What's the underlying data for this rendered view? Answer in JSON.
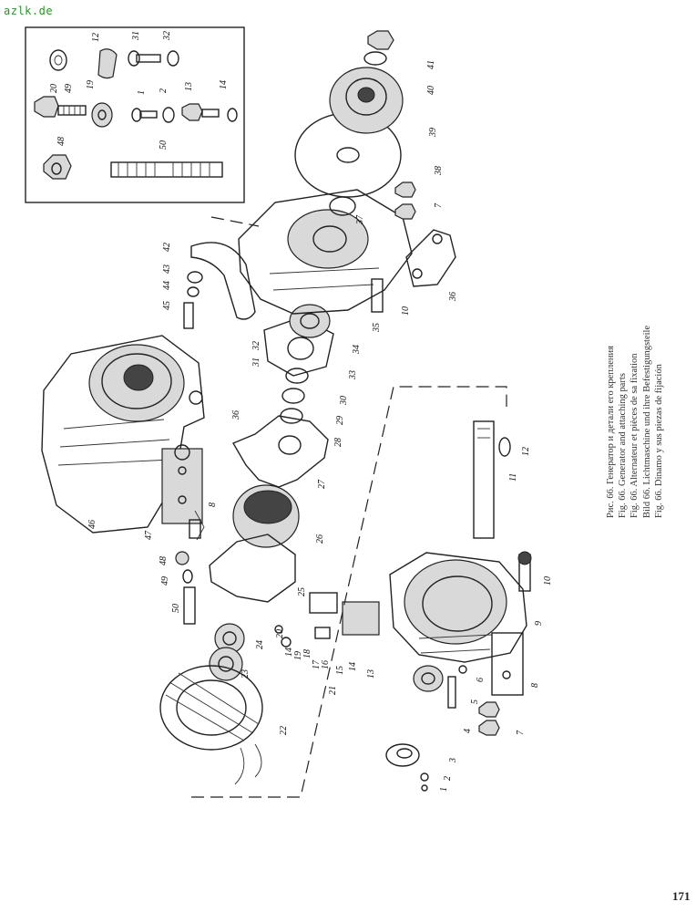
{
  "site_label": "azlk.de",
  "page_number": "171",
  "caption": [
    "Рис. 66. Генератор и детали его крепления",
    "Fig. 66. Generator and attaching parts",
    "Fig. 66. Alternateur et pièces de sa fixation",
    "Bild 66. Lichtmaschine und ihre Befestigungsteile",
    "Fig. 66. Dinamo y sus piezas de fijación"
  ],
  "callouts": {
    "n1": "1",
    "n2": "2",
    "n3": "3",
    "n4": "4",
    "n5": "5",
    "n6": "6",
    "n7": "7",
    "n8": "8",
    "n9": "9",
    "n10": "10",
    "n11": "11",
    "n12": "12",
    "n13": "13",
    "n14": "14",
    "n15": "15",
    "n16": "16",
    "n17": "17",
    "n18": "18",
    "n19": "19",
    "n20": "20",
    "n21": "21",
    "n22": "22",
    "n23": "23",
    "n24": "24",
    "n25": "25",
    "n26": "26",
    "n27": "27",
    "n28": "28",
    "n29": "29",
    "n30": "30",
    "n31": "31",
    "n32": "32",
    "n33": "33",
    "n34": "34",
    "n35": "35",
    "n36": "36",
    "n37": "37",
    "n38": "38",
    "n39": "39",
    "n40": "40",
    "n41": "41",
    "n42": "42",
    "n43": "43",
    "n44": "44",
    "n45": "45",
    "n46": "46",
    "n47": "47",
    "n48": "48",
    "n49": "49",
    "n50": "50"
  }
}
